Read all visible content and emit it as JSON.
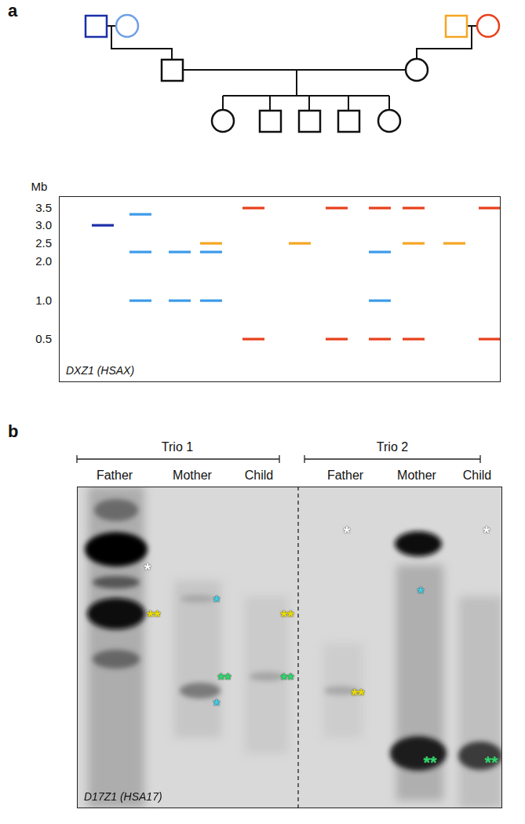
{
  "diagram": {
    "nodes": [
      {
        "text": [
          "DXZ1 (HSAX)"
        ]
      },
      {
        "text": [
          "D17Z1 (HSA17)"
        ]
      }
    ],
    "labels": [
      "a",
      "Mb",
      "3.5",
      "3.0",
      "2.5",
      "2.0",
      "1.0",
      "0.5",
      "b",
      "Trio 1",
      "Father",
      "Mother",
      "Child",
      "Trio 2",
      "Father",
      "Mother",
      "Child",
      "*",
      "**",
      "*",
      "**",
      "*",
      "**",
      "**",
      "*",
      "**",
      "*",
      "**",
      "*",
      "**"
    ]
  }
}
